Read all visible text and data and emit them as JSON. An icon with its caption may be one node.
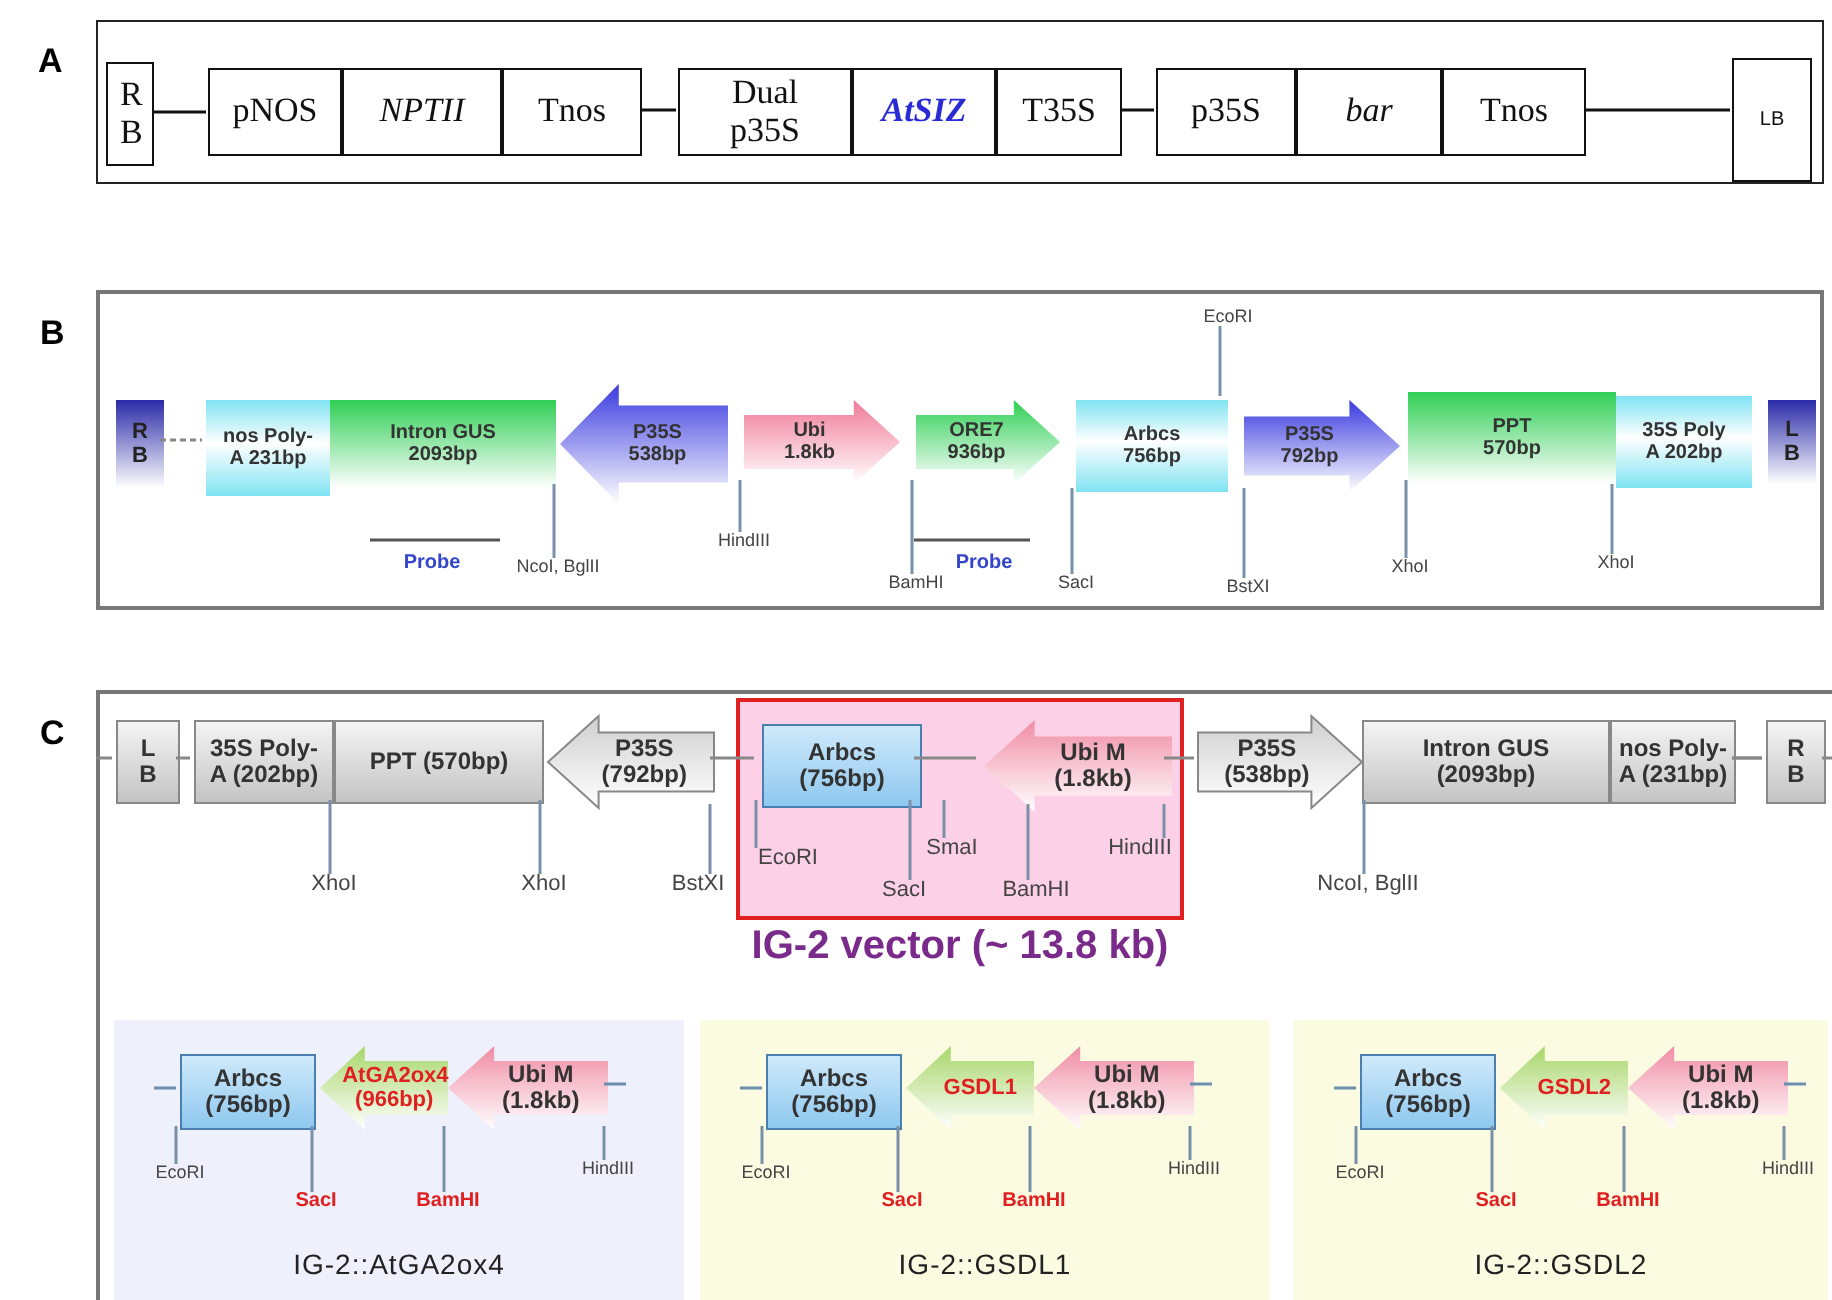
{
  "diagram": {
    "nodes": [
      {
        "text": [
          "A"
        ]
      },
      {
        "text": [
          "R B"
        ],
        "in": 0
      },
      {
        "text": [
          "pNOS"
        ],
        "in": 0
      },
      {
        "text": [
          "NPTII"
        ],
        "in": 0
      },
      {
        "text": [
          "Tnos"
        ],
        "in": 0
      },
      {
        "text": [
          "Dual p35S"
        ],
        "in": 0
      },
      {
        "text": [
          "AtSIZ"
        ],
        "in": 0
      },
      {
        "text": [
          "T35S"
        ],
        "in": 0
      },
      {
        "text": [
          "p35S"
        ],
        "in": 0
      },
      {
        "text": [
          "bar"
        ],
        "in": 0
      },
      {
        "text": [
          "Tnos"
        ],
        "in": 0
      },
      {
        "text": [
          "LB"
        ],
        "in": 0
      },
      {
        "text": [
          "B"
        ]
      },
      {
        "text": [
          "R B"
        ],
        "in": 12
      },
      {
        "text": [
          "nos Poly-A 231bp"
        ],
        "in": 12
      },
      {
        "text": [
          "Intron GUS 2093bp"
        ],
        "in": 12
      },
      {
        "text": [
          "P35S 538bp"
        ],
        "in": 12
      },
      {
        "text": [
          "Ubi 1.8kb"
        ],
        "in": 12
      },
      {
        "text": [
          "ORE7 936bp"
        ],
        "in": 12
      },
      {
        "text": [
          "Arbcs 756bp"
        ],
        "in": 12
      },
      {
        "text": [
          "P35S 792bp"
        ],
        "in": 12
      },
      {
        "text": [
          "PPT 570bp"
        ],
        "in": 12
      },
      {
        "text": [
          "35S Poly A 202bp"
        ],
        "in": 12
      },
      {
        "text": [
          "L B"
        ],
        "in": 12
      },
      {
        "text": [
          "C"
        ]
      },
      {
        "text": [
          "L B"
        ],
        "in": 24
      },
      {
        "text": [
          "35S Poly-A (202bp)"
        ],
        "in": 24
      },
      {
        "text": [
          "PPT (570bp)"
        ],
        "in": 24
      },
      {
        "text": [
          "P35S (792bp)"
        ],
        "in": 24
      },
      {
        "text": [],
        "shape": "box",
        "in": 24
      },
      {
        "text": [
          "Arbcs (756bp)"
        ],
        "in": 29
      },
      {
        "text": [
          "Ubi M (1.8kb)"
        ],
        "in": 29
      },
      {
        "text": [
          "P35S (538bp)"
        ],
        "in": 24
      },
      {
        "text": [
          "Intron GUS (2093bp)"
        ],
        "in": 24
      },
      {
        "text": [
          "nos Poly-A (231bp)"
        ],
        "in": 24
      },
      {
        "text": [
          "R B"
        ],
        "in": 24
      },
      {
        "text": [
          "IG-2::AtGA2ox4"
        ],
        "in": 24
      },
      {
        "text": [
          "Arbcs (756bp)"
        ],
        "in": 36
      },
      {
        "text": [
          "AtGA2ox4 (966bp)"
        ],
        "in": 36
      },
      {
        "text": [
          "Ubi M (1.8kb)"
        ],
        "in": 36
      },
      {
        "text": [
          "IG-2::GSDL1"
        ],
        "in": 24
      },
      {
        "text": [
          "Arbcs (756bp)"
        ],
        "in": 40
      },
      {
        "text": [
          "GSDL1"
        ],
        "in": 40
      },
      {
        "text": [
          "Ubi M (1.8kb)"
        ],
        "in": 40
      },
      {
        "text": [
          "IG-2::GSDL2"
        ],
        "in": 24
      },
      {
        "text": [
          "Arbcs (756bp)"
        ],
        "in": 44
      },
      {
        "text": [
          "GSDL2"
        ],
        "in": 44
      },
      {
        "text": [
          "Ubi M (1.8kb)"
        ],
        "in": 44
      },
      {
        "text": [
          "EcoRI"
        ],
        "in": 12
      },
      {
        "text": [
          "NcoI, BglII"
        ],
        "in": 12
      },
      {
        "text": [
          "HindIII"
        ],
        "in": 12
      },
      {
        "text": [
          "BamHI"
        ],
        "in": 12
      },
      {
        "text": [
          "SacI"
        ],
        "in": 12
      },
      {
        "text": [
          "BstXI"
        ],
        "in": 12
      },
      {
        "text": [
          "XhoI"
        ],
        "in": 12
      },
      {
        "text": [
          "XhoI"
        ],
        "in": 12
      },
      {
        "text": [
          "XhoI"
        ],
        "in": 24
      },
      {
        "text": [
          "XhoI"
        ],
        "in": 24
      },
      {
        "text": [
          "BstXI"
        ],
        "in": 24
      },
      {
        "text": [
          "EcoRI"
        ],
        "in": 29
      },
      {
        "text": [
          "SmaI"
        ],
        "in": 29
      },
      {
        "text": [
          "SacI"
        ],
        "in": 29
      },
      {
        "text": [
          "BamHI"
        ],
        "in": 29
      },
      {
        "text": [
          "HindIII"
        ],
        "in": 29
      },
      {
        "text": [
          "NcoI, BglII"
        ],
        "in": 24
      },
      {
        "text": [
          "EcoRI"
        ],
        "in": 36
      },
      {
        "text": [
          "SacI"
        ],
        "in": 36
      },
      {
        "text": [
          "BamHI"
        ],
        "in": 36
      },
      {
        "text": [
          "HindIII"
        ],
        "in": 36
      },
      {
        "text": [
          "EcoRI"
        ],
        "in": 40
      },
      {
        "text": [
          "SacI"
        ],
        "in": 40
      },
      {
        "text": [
          "BamHI"
        ],
        "in": 40
      },
      {
        "text": [
          "HindIII"
        ],
        "in": 40
      },
      {
        "text": [
          "EcoRI"
        ],
        "in": 44
      },
      {
        "text": [
          "SacI"
        ],
        "in": 44
      },
      {
        "text": [
          "BamHI"
        ],
        "in": 44
      },
      {
        "text": [
          "HindIII"
        ],
        "in": 44
      }
    ],
    "edges": [
      {
        "from": 1,
        "to": 2,
        "arrow": "none",
        "color": "#111111"
      },
      {
        "from": 4,
        "to": 5,
        "arrow": "none",
        "color": "#111111"
      },
      {
        "from": 7,
        "to": 8,
        "arrow": "none",
        "color": "#111111"
      },
      {
        "from": 10,
        "to": 11,
        "arrow": "none",
        "color": "#111111"
      },
      {
        "from": 13,
        "to": 14,
        "arrow": "none",
        "style": "dashed"
      },
      {
        "from": 25,
        "to": 26,
        "arrow": "none"
      },
      {
        "from": 28,
        "to": 30,
        "arrow": "none"
      },
      {
        "from": 30,
        "to": 31,
        "arrow": "none"
      },
      {
        "from": 31,
        "to": 32,
        "arrow": "none"
      },
      {
        "from": 34,
        "to": 35,
        "arrow": "none"
      },
      {
        "from": 48,
        "to": 19,
        "arrow": "none"
      },
      {
        "from": 49,
        "to": 15,
        "arrow": "none"
      },
      {
        "from": 50,
        "to": 17,
        "arrow": "none"
      },
      {
        "from": 51,
        "to": 18,
        "arrow": "none"
      },
      {
        "from": 52,
        "to": 19,
        "arrow": "none"
      },
      {
        "from": 53,
        "to": 20,
        "arrow": "none"
      },
      {
        "from": 54,
        "to": 21,
        "arrow": "none"
      },
      {
        "from": 55,
        "to": 22,
        "arrow": "none"
      },
      {
        "from": 56,
        "to": 26,
        "arrow": "none"
      },
      {
        "from": 57,
        "to": 27,
        "arrow": "none"
      },
      {
        "from": 58,
        "to": 28,
        "arrow": "none"
      },
      {
        "from": 59,
        "to": 30,
        "arrow": "none"
      },
      {
        "from": 60,
        "to": 30,
        "arrow": "none"
      },
      {
        "from": 61,
        "to": 30,
        "arrow": "none"
      },
      {
        "from": 62,
        "to": 31,
        "arrow": "none"
      },
      {
        "from": 63,
        "to": 31,
        "arrow": "none"
      },
      {
        "from": 64,
        "to": 33,
        "arrow": "none"
      },
      {
        "from": 65,
        "to": 37,
        "arrow": "none"
      },
      {
        "from": 66,
        "to": 37,
        "arrow": "none"
      },
      {
        "from": 67,
        "to": 38,
        "arrow": "none"
      },
      {
        "from": 68,
        "to": 39,
        "arrow": "none"
      },
      {
        "from": 69,
        "to": 41,
        "arrow": "none"
      },
      {
        "from": 70,
        "to": 41,
        "arrow": "none"
      },
      {
        "from": 71,
        "to": 42,
        "arrow": "none"
      },
      {
        "from": 72,
        "to": 43,
        "arrow": "none"
      },
      {
        "from": 73,
        "to": 45,
        "arrow": "none"
      },
      {
        "from": 74,
        "to": 45,
        "arrow": "none"
      },
      {
        "from": 75,
        "to": 46,
        "arrow": "none"
      },
      {
        "from": 76,
        "to": 47,
        "arrow": "none"
      }
    ],
    "labels": [
      "Probe",
      "Probe",
      "IG-2 vector (~ 13.8 kb)"
    ]
  }
}
